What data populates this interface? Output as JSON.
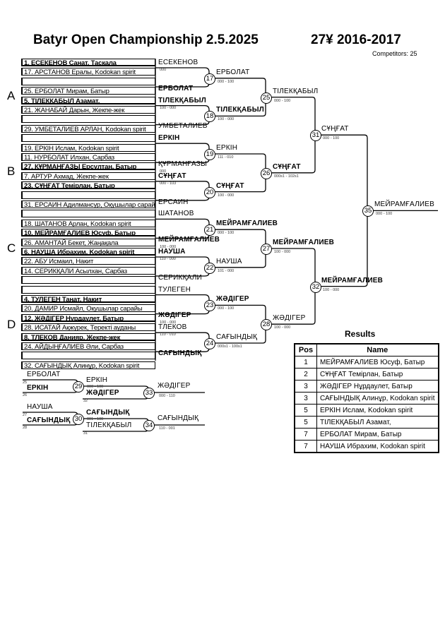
{
  "header": {
    "title": "Batyr Open Championship  2.5.2025",
    "category": "27¥ 2016-2017",
    "competitors": "Competitors: 25"
  },
  "pools": [
    "A",
    "B",
    "C",
    "D"
  ],
  "entries": [
    {
      "text": "1. ЕСЕКЕНОВ Санат, Тасқала",
      "bold": true
    },
    {
      "text": "17. АРСТАНОВ Ералы, Kodokan spirit",
      "bold": false
    },
    {
      "text": "",
      "bold": false
    },
    {
      "text": "25. ЕРБОЛАТ Мирам, Батыр",
      "bold": false
    },
    {
      "text": "5. ТІЛЕКҚАБЫЛ Азамат,",
      "bold": true
    },
    {
      "text": "21. ЖАНАБАЙ Дарын, Жекпе-жек",
      "bold": false
    },
    {
      "text": "",
      "bold": false
    },
    {
      "text": "29. УМБЕТАЛИЕВ АРЛАН, Kodokan spirit",
      "bold": false
    },
    {
      "text": "",
      "bold": false
    },
    {
      "text": "19. ЕРКІН Ислам, Kodokan spirit",
      "bold": false
    },
    {
      "text": "11. НУРБОЛАТ Илхан, Сарбаз",
      "bold": false
    },
    {
      "text": "27. ҚҰРМАНҒАЗЫ Ерсұлтан, Батыр",
      "bold": true
    },
    {
      "text": "7. АРТУР Ахмад, Жекпе-жек",
      "bold": false
    },
    {
      "text": "23. СҰҢҒАТ Темірлан, Батыр",
      "bold": true
    },
    {
      "text": "",
      "bold": false
    },
    {
      "text": "31. ЕРСАИН Адилмансур, Оқушылар сарайы",
      "bold": false
    },
    {
      "text": "",
      "bold": false
    },
    {
      "text": "18. ШАТАНОВ Арлан, Kodokan spirit",
      "bold": false
    },
    {
      "text": "10. МЕЙРАМҒАЛИЕВ Юсуф, Батыр",
      "bold": true
    },
    {
      "text": "26. АМАНТАЙ Бекет, Жаңақала",
      "bold": false
    },
    {
      "text": "6. НАУША Ибрахим, Kodokan spirit",
      "bold": true
    },
    {
      "text": "22. АБУ Исмаил, Накит",
      "bold": false
    },
    {
      "text": "14. СЕРИКҚАЛИ Асылхан, Сарбаз",
      "bold": false
    },
    {
      "text": "",
      "bold": false
    },
    {
      "text": "",
      "bold": false
    },
    {
      "text": "4. ТУЛЕГЕН Таңат, Накит",
      "bold": true
    },
    {
      "text": "20. ДАМИР Исмайл, Оқушылар сарайы",
      "bold": false
    },
    {
      "text": "12. ЖӘДІГЕР Нұрдаулет, Батыр",
      "bold": true
    },
    {
      "text": "28. ИСАТАЙ Ақжүрек, Теректі ауданы",
      "bold": false
    },
    {
      "text": "8. ТЛЕКОВ Данияр, Жекпе-жек",
      "bold": true
    },
    {
      "text": "24. АЙДЫҢҒАЛИЕВ Әли, Сарбаз",
      "bold": false
    },
    {
      "text": "",
      "bold": false
    },
    {
      "text": "32. САҒЫНДЫҚ Алинұр, Kodokan spirit",
      "bold": false
    }
  ],
  "round1": [
    {
      "top": "ЕСЕКЕНОВ",
      "top_bold": false,
      "top_score": "000",
      "bottom": "ЕРБОЛАТ",
      "bottom_bold": true,
      "bottom_score": "",
      "match": "17"
    },
    {
      "top": "ТІЛЕКҚАБЫЛ",
      "top_bold": true,
      "top_score": "100 - 000",
      "bottom": "УМБЕТАЛИЕВ",
      "bottom_bold": false,
      "bottom_score": "",
      "match": "18"
    },
    {
      "top": "ЕРКІН",
      "top_bold": true,
      "top_score": "",
      "bottom": "ҚҰРМАНҒАЗЫ",
      "bottom_bold": false,
      "bottom_score": "000",
      "match": "19"
    },
    {
      "top": "СҰҢҒАТ",
      "top_bold": true,
      "top_score": "000 - 103",
      "bottom": "ЕРСАИН",
      "bottom_bold": false,
      "bottom_score": "",
      "match": "20"
    },
    {
      "top": "ШАТАНОВ",
      "top_bold": false,
      "top_score": "",
      "bottom": "МЕЙРАМҒАЛИЕВ",
      "bottom_bold": true,
      "bottom_score": "100 - 000",
      "match": "21"
    },
    {
      "top": "НАУША",
      "top_bold": true,
      "top_score": "110 - 000",
      "bottom": "СЕРИКҚАЛИ",
      "bottom_bold": false,
      "bottom_score": "",
      "match": "22"
    },
    {
      "top": "ТУЛЕГЕН",
      "top_bold": false,
      "top_score": "",
      "bottom": "ЖӘДІГЕР",
      "bottom_bold": true,
      "bottom_score": "100 - 000",
      "match": "23"
    },
    {
      "top": "ТЛЕКОВ",
      "top_bold": false,
      "top_score": "110 - 010",
      "bottom": "САҒЫНДЫҚ",
      "bottom_bold": true,
      "bottom_score": "",
      "match": "24"
    }
  ],
  "round2": [
    {
      "name": "ЕРБОЛАТ",
      "bold": false,
      "score": "000 - 100"
    },
    {
      "name": "ТІЛЕКҚАБЫЛ",
      "bold": true,
      "score": "100 - 000"
    },
    {
      "name": "ЕРКІН",
      "bold": false,
      "score": "111 - 010"
    },
    {
      "name": "СҰҢҒАТ",
      "bold": true,
      "score": "100 - 000"
    },
    {
      "name": "МЕЙРАМҒАЛИЕВ",
      "bold": true,
      "score": "000 - 100"
    },
    {
      "name": "НАУША",
      "bold": false,
      "score": "101 - 000"
    },
    {
      "name": "ЖӘДІГЕР",
      "bold": true,
      "score": "000 - 100"
    },
    {
      "name": "САҒЫНДЫҚ",
      "bold": false,
      "score": "000s1 - 100s1"
    }
  ],
  "round2_matches": [
    "25",
    "26",
    "27",
    "28"
  ],
  "round3": [
    {
      "name": "ТІЛЕКҚАБЫЛ",
      "bold": false,
      "score": "000 - 100"
    },
    {
      "name": "СҰҢҒАТ",
      "bold": true,
      "score": "000s1 - 102s1"
    },
    {
      "name": "МЕЙРАМҒАЛИЕВ",
      "bold": true,
      "score": "100 - 000"
    },
    {
      "name": "ЖӘДІГЕР",
      "bold": false,
      "score": "100 - 000"
    }
  ],
  "round3_matches": [
    "31",
    "32"
  ],
  "round4": [
    {
      "name": "СҰҢҒАТ",
      "bold": false,
      "score": "000 - 100"
    },
    {
      "name": "МЕЙРАМҒАЛИЕВ",
      "bold": true,
      "score": "100 - 000"
    }
  ],
  "final": {
    "match": "35",
    "name": "МЕЙРАМҒАЛИЕВ",
    "score": "000 - 100"
  },
  "repechage": {
    "r1": [
      {
        "top": "ЕРБОЛАТ",
        "top_num": "25",
        "bottom": "ЕРКІН",
        "bottom_num": "26",
        "bottom_bold": true,
        "match": "29"
      },
      {
        "top": "НАУША",
        "top_num": "27",
        "bottom": "САҒЫНДЫҚ",
        "bottom_num": "28",
        "bottom_bold": true,
        "match": "30"
      }
    ],
    "r2": [
      {
        "top": "ЕРКІН",
        "top_score": "000 - 100",
        "bottom": "ЖӘДІГЕР",
        "bottom_num": "32",
        "bottom_bold": true,
        "match": "33",
        "winner": "ЖӘДІГЕР",
        "winner_score": "000 - 110"
      },
      {
        "top": "САҒЫНДЫҚ",
        "top_score": "001 - 100",
        "top_bold": true,
        "bottom": "ТІЛЕКҚАБЫЛ",
        "bottom_num": "31",
        "match": "34",
        "winner": "САҒЫНДЫҚ",
        "winner_score": "110 - 001"
      }
    ]
  },
  "results": {
    "title": "Results",
    "headers": [
      "Pos",
      "Name"
    ],
    "rows": [
      {
        "pos": "1",
        "name": "МЕЙРАМҒАЛИЕВ Юсуф, Батыр"
      },
      {
        "pos": "2",
        "name": "СҰҢҒАТ Темірлан, Батыр"
      },
      {
        "pos": "3",
        "name": "ЖӘДІГЕР Нұрдаулет, Батыр"
      },
      {
        "pos": "3",
        "name": "САҒЫНДЫҚ Алинұр, Kodokan spirit"
      },
      {
        "pos": "5",
        "name": "ЕРКІН Ислам, Kodokan spirit"
      },
      {
        "pos": "5",
        "name": "ТІЛЕКҚАБЫЛ Азамат,"
      },
      {
        "pos": "7",
        "name": "ЕРБОЛАТ Мирам, Батыр"
      },
      {
        "pos": "7",
        "name": "НАУША Ибрахим, Kodokan spirit"
      }
    ]
  }
}
